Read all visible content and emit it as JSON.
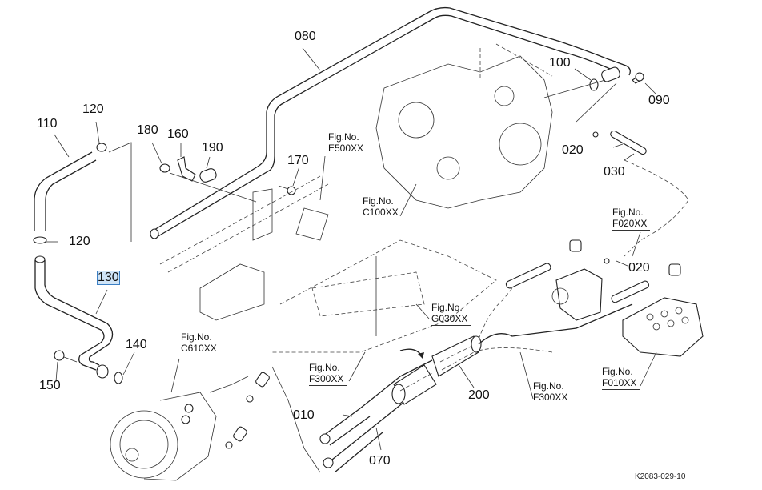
{
  "diagram": {
    "reference_code": "K2083-029-10",
    "highlighted_part": "130",
    "part_labels": [
      "080",
      "100",
      "090",
      "110",
      "120",
      "180",
      "160",
      "190",
      "170",
      "020",
      "030",
      "120",
      "130",
      "140",
      "150",
      "200",
      "010",
      "070",
      "020"
    ],
    "figure_refs": [
      {
        "prefix": "Fig.No.",
        "code": "E500XX"
      },
      {
        "prefix": "Fig.No.",
        "code": "C100XX"
      },
      {
        "prefix": "Fig.No.",
        "code": "F020XX"
      },
      {
        "prefix": "Fig.No.",
        "code": "G030XX"
      },
      {
        "prefix": "Fig.No.",
        "code": "C610XX"
      },
      {
        "prefix": "Fig.No.",
        "code": "F300XX"
      },
      {
        "prefix": "Fig.No.",
        "code": "F300XX"
      },
      {
        "prefix": "Fig.No.",
        "code": "F010XX"
      }
    ]
  }
}
